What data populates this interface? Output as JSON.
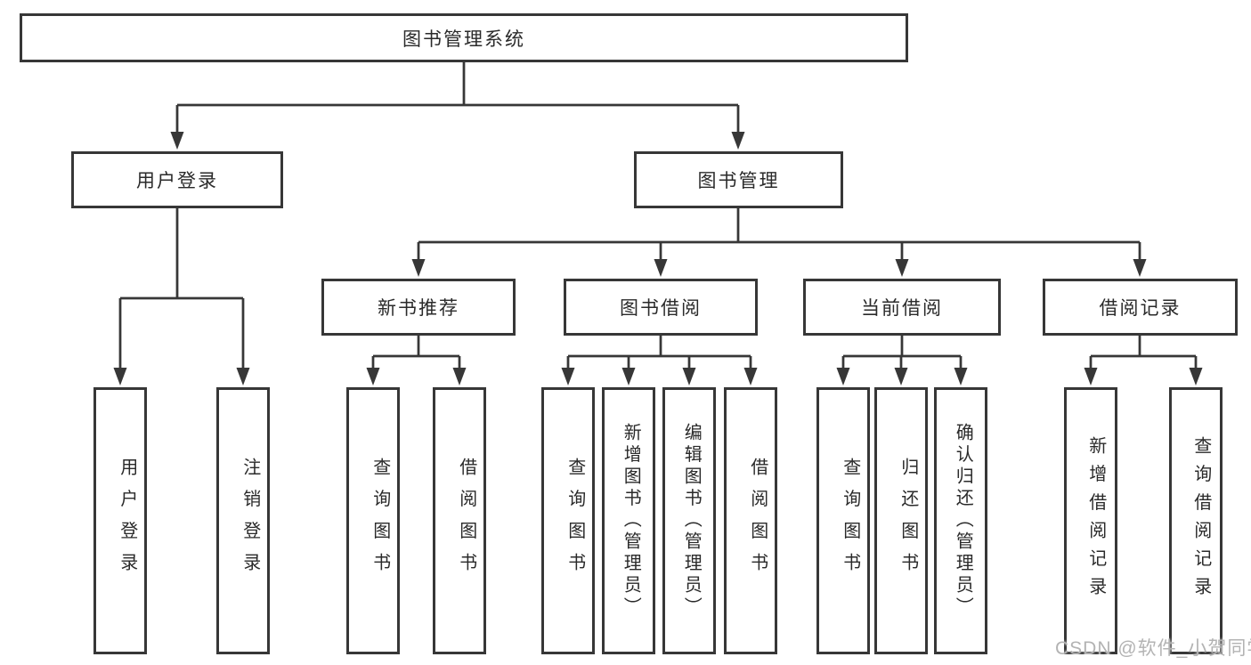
{
  "diagram": {
    "root": {
      "label": "图书管理系统"
    },
    "level2": [
      {
        "label": "用户登录"
      },
      {
        "label": "图书管理"
      }
    ],
    "level3": [
      {
        "label": "新书推荐"
      },
      {
        "label": "图书借阅"
      },
      {
        "label": "当前借阅"
      },
      {
        "label": "借阅记录"
      }
    ],
    "leaves": {
      "user_login": [
        "用户登录",
        "注销登录"
      ],
      "new_books": [
        "查询图书",
        "借阅图书"
      ],
      "book_borrow": [
        "查询图书",
        "新增图书（管理员）",
        "编辑图书（管理员）",
        "借阅图书"
      ],
      "current_borrow": [
        "查询图书",
        "归还图书",
        "确认归还（管理员）"
      ],
      "borrow_records": [
        "新增借阅记录",
        "查询借阅记录"
      ]
    },
    "watermark": {
      "text": "CSDN @软件_小贺同学"
    },
    "colors": {
      "line": "#373737",
      "box_border": "#373737",
      "text": "#2a2a2a",
      "background": "#ffffff",
      "watermark": "#b3b3b3"
    }
  }
}
